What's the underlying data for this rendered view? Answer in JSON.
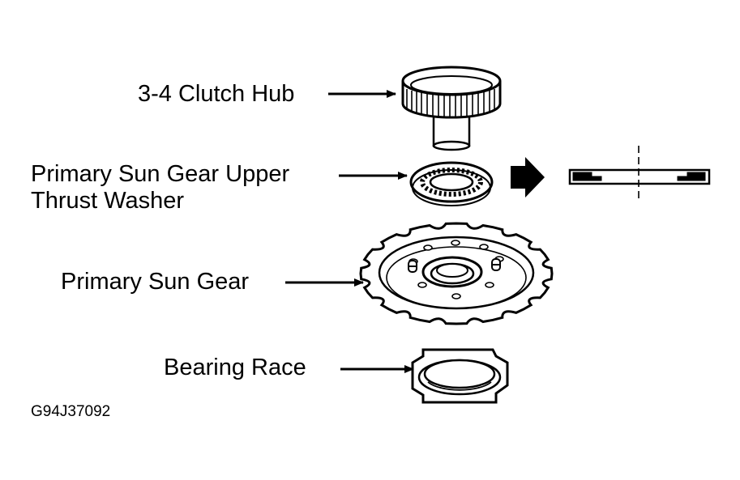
{
  "labels": {
    "clutch_hub": "3-4 Clutch Hub",
    "thrust_washer_line1": "Primary Sun Gear Upper",
    "thrust_washer_line2": "Thrust Washer",
    "sun_gear": "Primary Sun Gear",
    "bearing_race": "Bearing Race"
  },
  "figure_id": "G94J37092",
  "parts": [
    {
      "name": "3-4 Clutch Hub",
      "icon": "clutch-hub-drawing"
    },
    {
      "name": "Primary Sun Gear Upper Thrust Washer",
      "icon": "thrust-washer-drawing"
    },
    {
      "name": "Primary Sun Gear",
      "icon": "sun-gear-drawing"
    },
    {
      "name": "Bearing Race",
      "icon": "bearing-race-drawing"
    }
  ],
  "colors": {
    "ink": "#000000",
    "paper": "#ffffff"
  }
}
